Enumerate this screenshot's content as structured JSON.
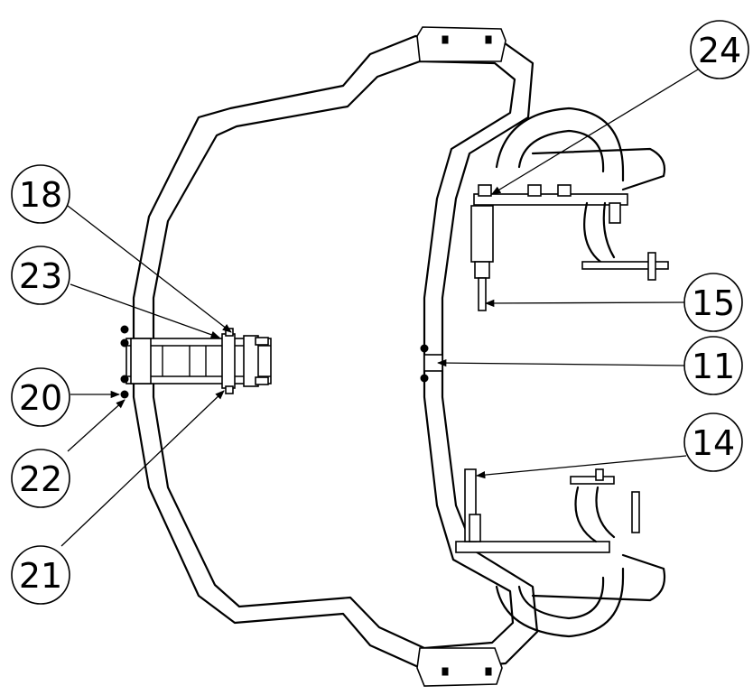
{
  "callouts": [
    {
      "id": "24",
      "label": "24"
    },
    {
      "id": "18",
      "label": "18"
    },
    {
      "id": "23",
      "label": "23"
    },
    {
      "id": "15",
      "label": "15"
    },
    {
      "id": "11",
      "label": "11"
    },
    {
      "id": "20",
      "label": "20"
    },
    {
      "id": "14",
      "label": "14"
    },
    {
      "id": "22",
      "label": "22"
    },
    {
      "id": "21",
      "label": "21"
    }
  ]
}
